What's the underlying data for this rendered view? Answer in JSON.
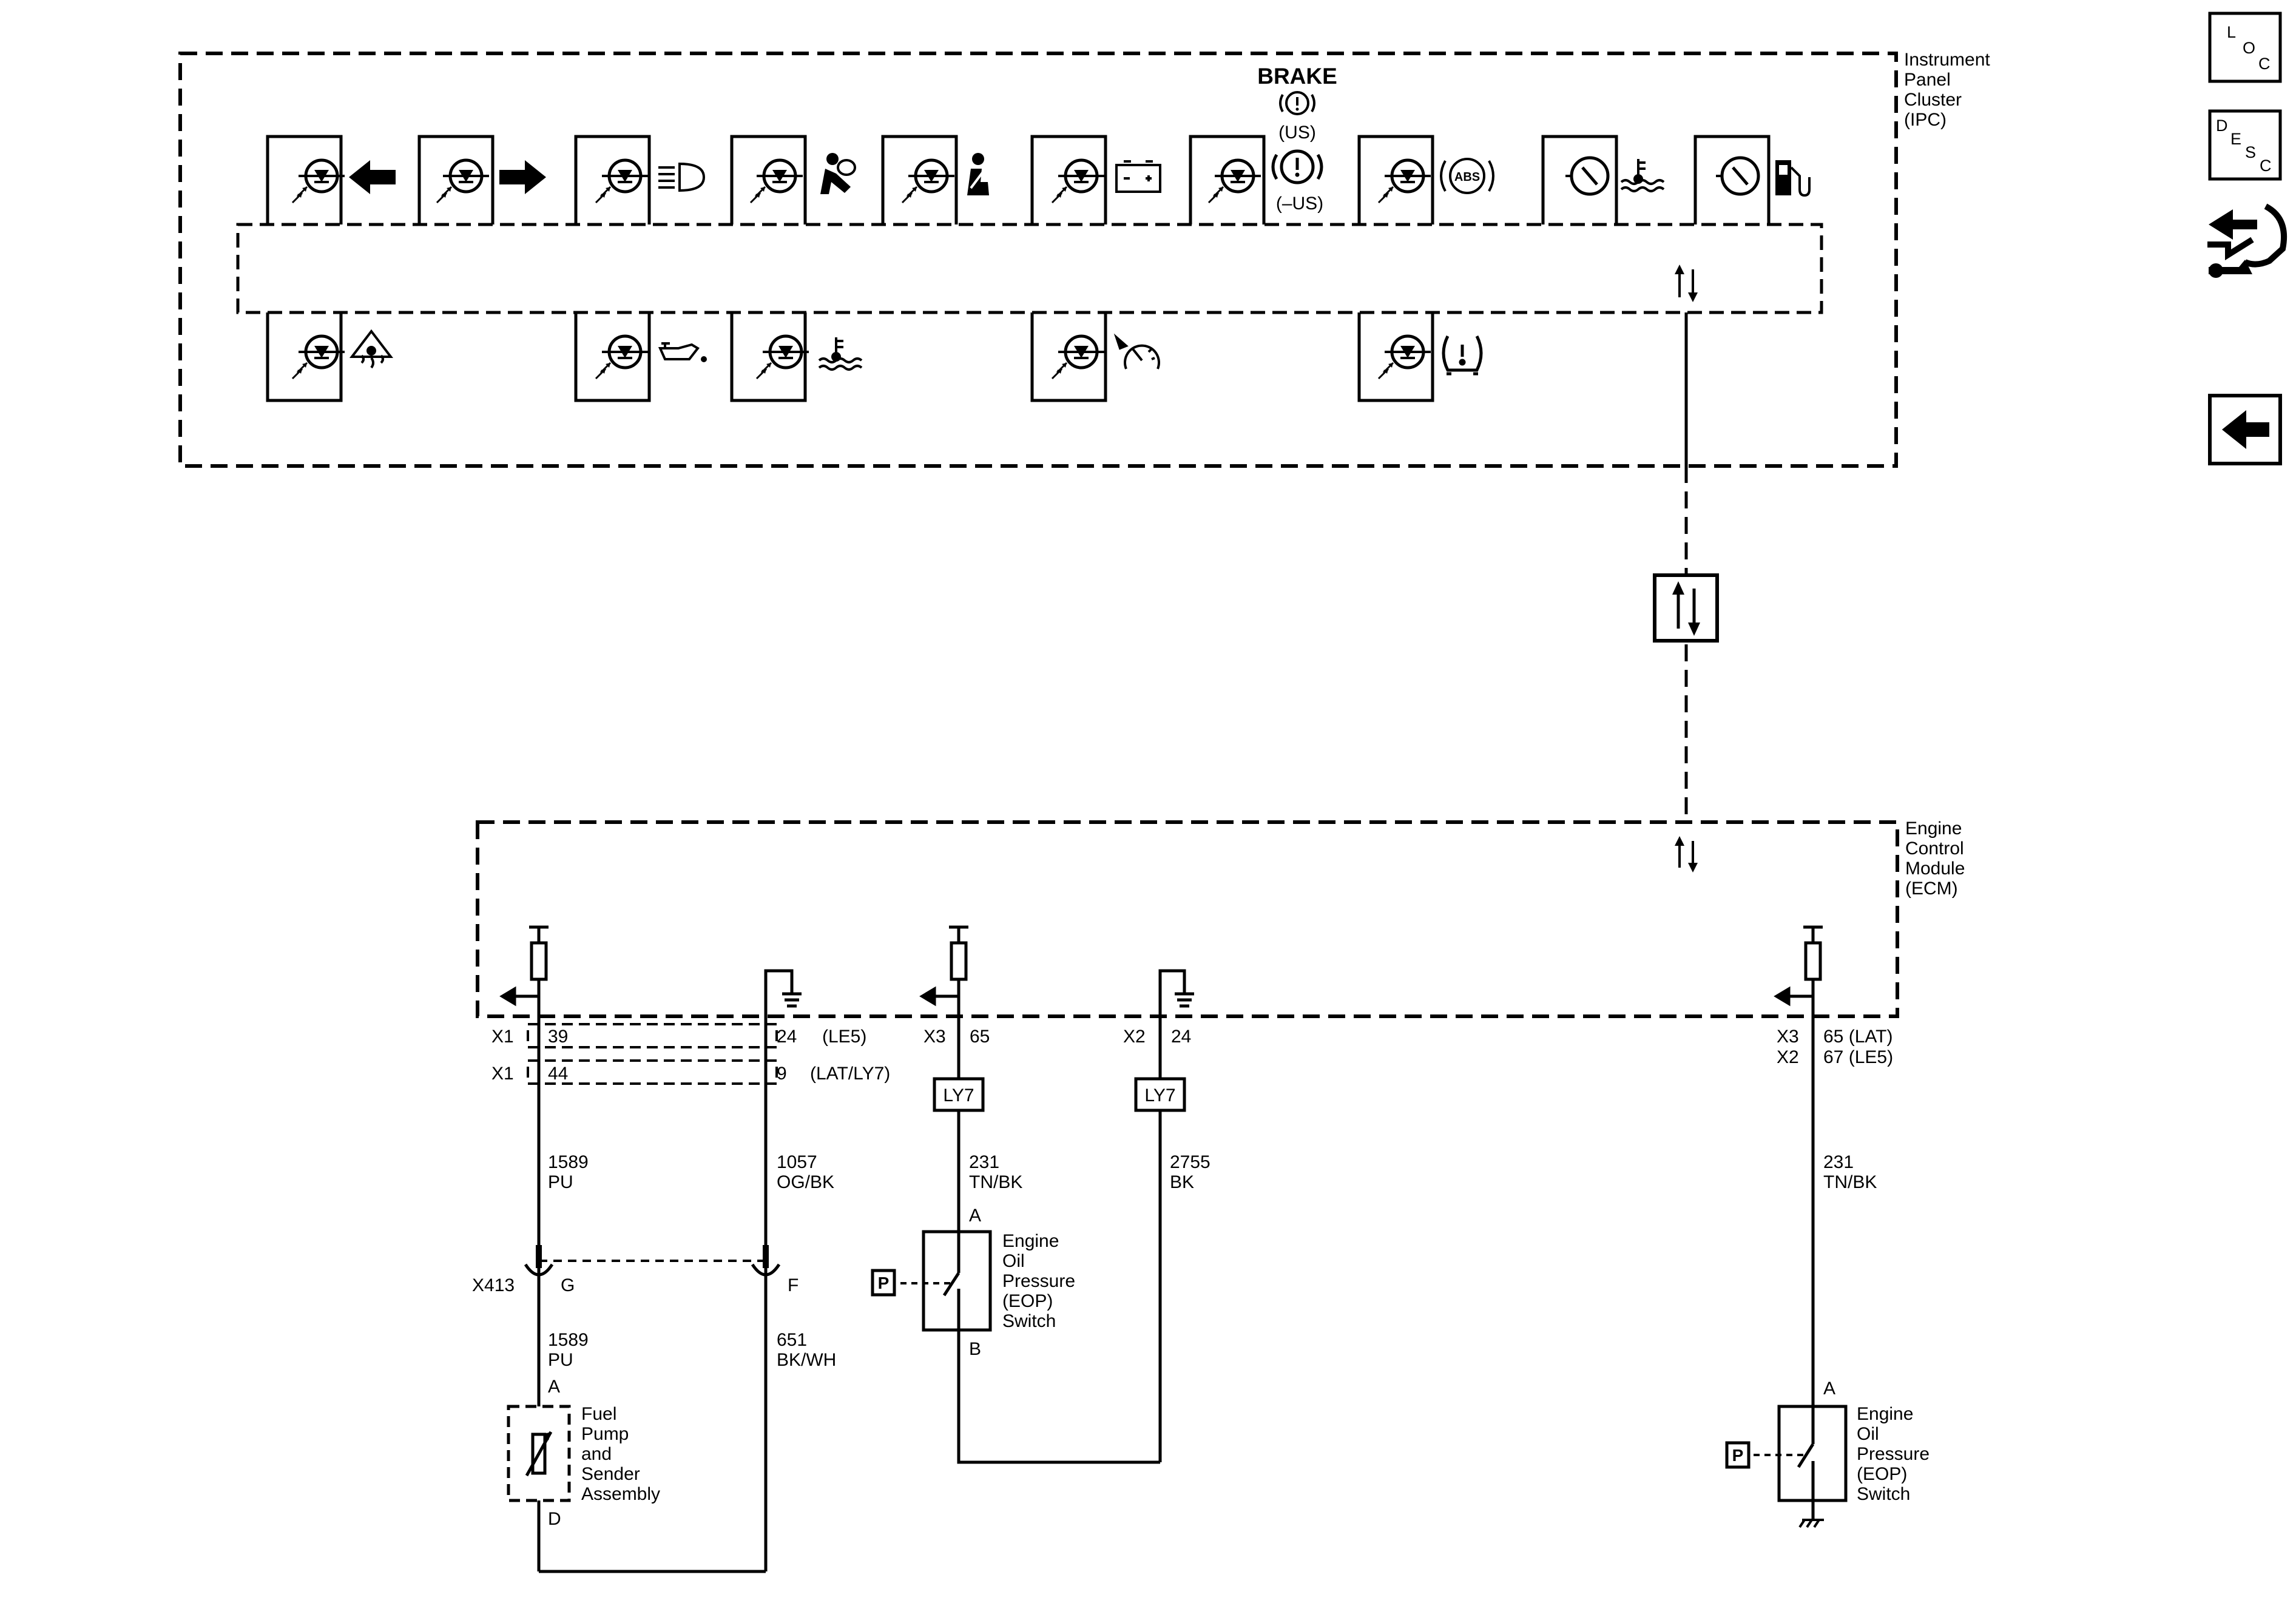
{
  "modules": {
    "ipc": {
      "label_lines": [
        "Instrument",
        "Panel",
        "Cluster",
        "(IPC)"
      ]
    },
    "ecm": {
      "label_lines": [
        "Engine",
        "Control",
        "Module",
        "(ECM)"
      ]
    }
  },
  "ipc_indicators": {
    "top": [
      {
        "icon": "left-turn-arrow-icon"
      },
      {
        "icon": "right-turn-arrow-icon"
      },
      {
        "icon": "high-beam-icon"
      },
      {
        "icon": "airbag-icon"
      },
      {
        "icon": "seatbelt-icon"
      },
      {
        "icon": "battery-icon"
      },
      {
        "icon": "brake-warning-icon"
      },
      {
        "icon": "abs-icon",
        "text": "ABS"
      },
      {
        "icon": "coolant-temp-gauge-icon"
      },
      {
        "icon": "fuel-gauge-icon"
      }
    ],
    "bottom": [
      {
        "icon": "traction-control-icon"
      },
      {
        "icon": "oil-pressure-icon"
      },
      {
        "icon": "coolant-temp-icon"
      },
      {
        "icon": "cruise-control-icon"
      },
      {
        "icon": "tire-pressure-icon"
      }
    ]
  },
  "brake": {
    "title": "BRAKE",
    "us": "(US)",
    "non_us": "(–US)"
  },
  "connectors": {
    "x1_39": {
      "conn": "X1",
      "pin": "39"
    },
    "x1_44": {
      "conn": "X1",
      "pin": "44"
    },
    "pin24": "24",
    "pin24_opt": "(LE5)",
    "pin9": "9",
    "pin9_opt": "(LAT/LY7)",
    "x3_65": {
      "conn": "X3",
      "pin": "65"
    },
    "x2_24": {
      "conn": "X2",
      "pin": "24"
    },
    "right_conn1": "X3",
    "right_pin1": "65 (LAT)",
    "right_conn2": "X2",
    "right_pin2": "67 (LE5)",
    "x413": {
      "conn": "X413",
      "pin_g": "G",
      "pin_f": "F"
    }
  },
  "option_boxes": [
    "LY7",
    "LY7"
  ],
  "wires": [
    {
      "circuit": "1589",
      "color": "PU"
    },
    {
      "circuit": "1057",
      "color": "OG/BK"
    },
    {
      "circuit": "231",
      "color": "TN/BK"
    },
    {
      "circuit": "2755",
      "color": "BK"
    },
    {
      "circuit": "231",
      "color": "TN/BK"
    },
    {
      "circuit": "1589",
      "color": "PU"
    },
    {
      "circuit": "651",
      "color": "BK/WH"
    }
  ],
  "components": {
    "fuel_pump": {
      "pin_top": "A",
      "pin_bottom": "D",
      "label_lines": [
        "Fuel",
        "Pump",
        "and",
        "Sender",
        "Assembly"
      ]
    },
    "eop_switch_1": {
      "pin_top": "A",
      "pin_bottom": "B",
      "pressure": "P",
      "label_lines": [
        "Engine",
        "Oil",
        "Pressure",
        "(EOP)",
        "Switch"
      ]
    },
    "eop_switch_2": {
      "pin_top": "A",
      "pressure": "P",
      "label_lines": [
        "Engine",
        "Oil",
        "Pressure",
        "(EOP)",
        "Switch"
      ]
    }
  },
  "serial_data_icon": "bidirectional-arrows-icon",
  "nav": {
    "loc": [
      "L",
      "O",
      "C"
    ],
    "desc": [
      "D",
      "E",
      "S",
      "C"
    ],
    "connector_view_icon": "connector-end-view-icon",
    "back_icon": "back-arrow-icon"
  }
}
